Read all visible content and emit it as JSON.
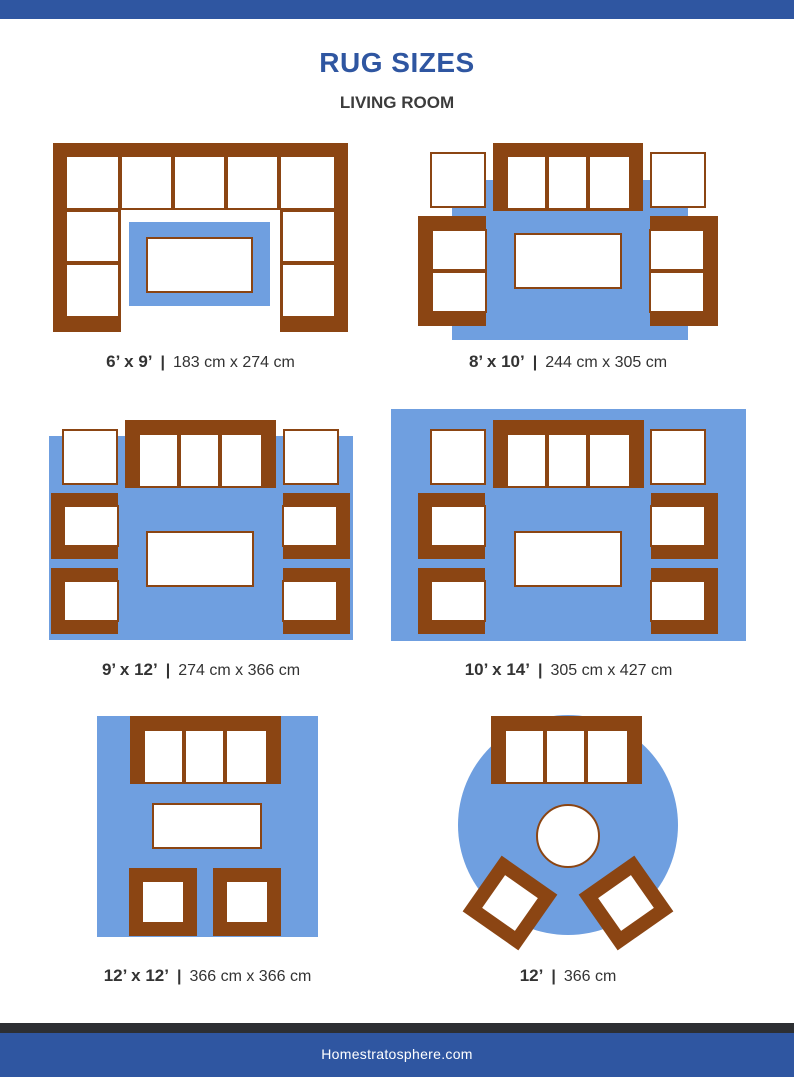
{
  "header": {
    "title": "RUG SIZES",
    "subtitle": "LIVING ROOM"
  },
  "colors": {
    "brand": "#2f56a1",
    "rug": "#6f9fe0",
    "furniture": "#8b4513",
    "dark_strip": "#2d2f33"
  },
  "layouts": [
    {
      "imperial": "6’ x 9’",
      "metric": "183 cm x 274 cm"
    },
    {
      "imperial": "8’ x 10’",
      "metric": "244 cm x 305 cm"
    },
    {
      "imperial": "9’ x 12’",
      "metric": "274 cm x 366 cm"
    },
    {
      "imperial": "10’ x 14’",
      "metric": "305 cm x 427 cm"
    },
    {
      "imperial": "12’ x 12’",
      "metric": "366 cm x 366 cm"
    },
    {
      "imperial": "12’",
      "metric": "366 cm"
    }
  ],
  "separator": "|",
  "footer": {
    "site": "Homestratosphere.com"
  }
}
